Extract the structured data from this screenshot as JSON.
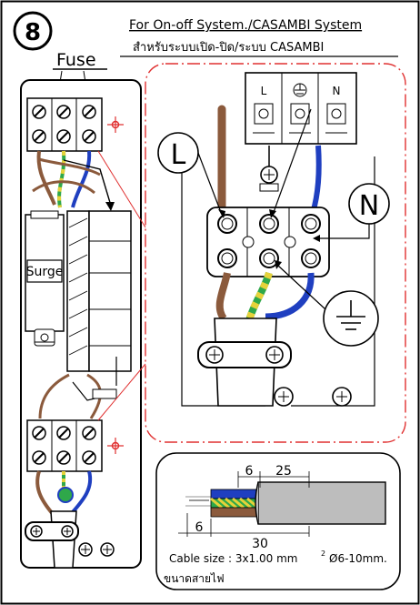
{
  "step": {
    "number": "8"
  },
  "title": {
    "english": "For On-off System./CASAMBI System",
    "thai": "สำหรับระบบเปิด-ปิด/ระบบ CASAMBI"
  },
  "labels": {
    "fuse": "Fuse",
    "surge": "Surge",
    "live": "L",
    "neutral": "N",
    "terminal_l": "L",
    "terminal_n": "N"
  },
  "cable": {
    "dim_outer_strip": "25",
    "dim_inner_strip_top": "6",
    "dim_inner_strip_bottom": "6",
    "dim_sheath_strip": "30",
    "size_text": "Cable size : 3x1.00 mm",
    "size_superscript": "2",
    "diameter_text": "Ø6-10mm.",
    "thai_text": "ขนาดสายไฟ"
  },
  "colors": {
    "accent_red": "#e03030",
    "wire_brown": "#8b5a3c",
    "wire_blue": "#1f3fc0",
    "wire_green": "#2fa84a",
    "wire_yellow": "#e6d23a",
    "cable_grey": "#bdbdbd"
  }
}
